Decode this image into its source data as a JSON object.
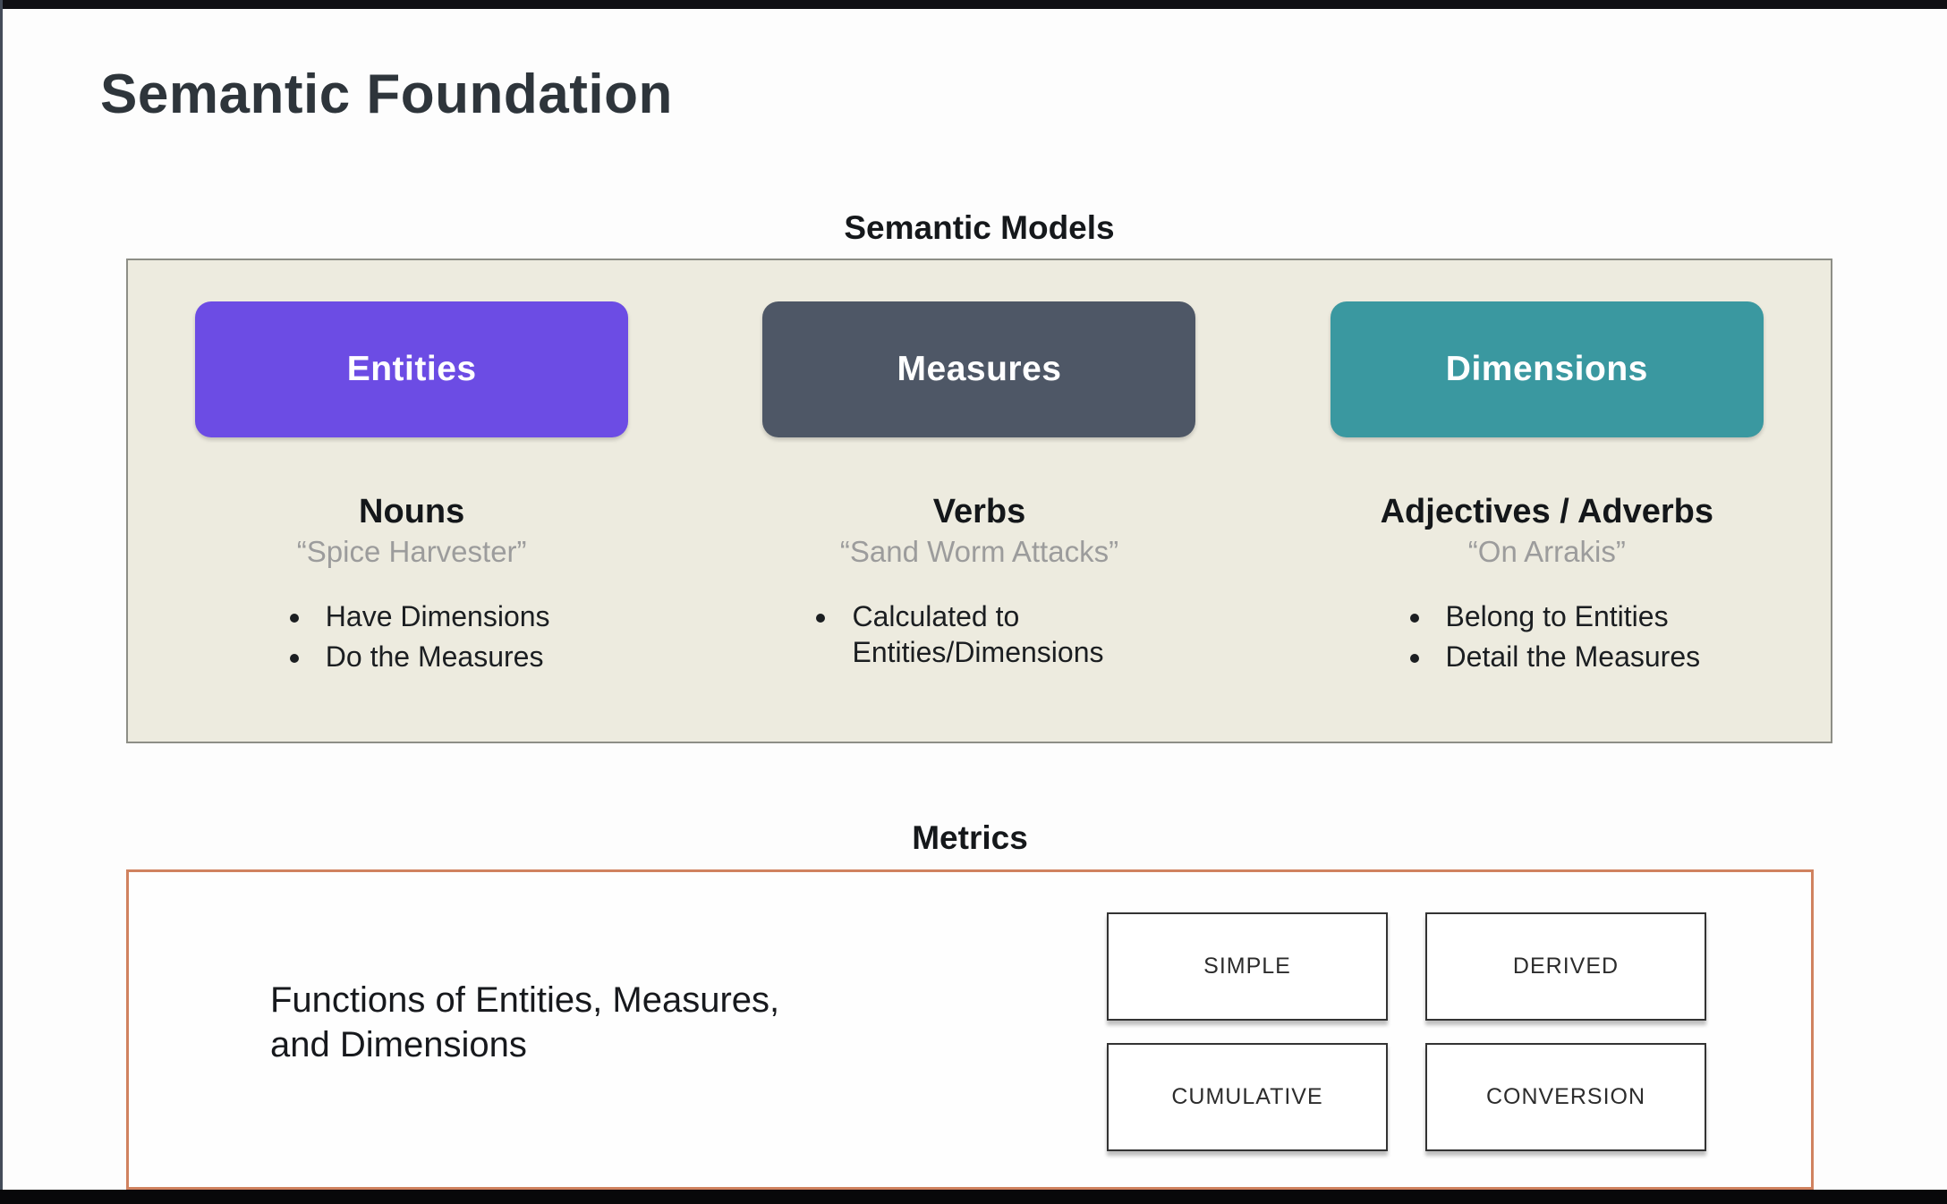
{
  "slide": {
    "title": "Semantic Foundation"
  },
  "semantic_models": {
    "heading": "Semantic Models",
    "panel_bg": "#edebdf",
    "columns": [
      {
        "label": "Entities",
        "color": "#6c4ce4",
        "pos": "Nouns",
        "example": "“Spice Harvester”",
        "bullets": [
          "Have Dimensions",
          "Do the Measures"
        ]
      },
      {
        "label": "Measures",
        "color": "#4e5766",
        "pos": "Verbs",
        "example": "“Sand Worm Attacks”",
        "bullets": [
          "Calculated to Entities/Dimensions"
        ]
      },
      {
        "label": "Dimensions",
        "color": "#3a98a0",
        "pos": "Adjectives / Adverbs",
        "example": "“On Arrakis”",
        "bullets": [
          "Belong to Entities",
          "Detail the Measures"
        ]
      }
    ]
  },
  "metrics": {
    "heading": "Metrics",
    "border_color": "#d0825f",
    "description": "Functions of Entities, Measures,\nand Dimensions",
    "types": [
      "SIMPLE",
      "DERIVED",
      "CUMULATIVE",
      "CONVERSION"
    ]
  }
}
